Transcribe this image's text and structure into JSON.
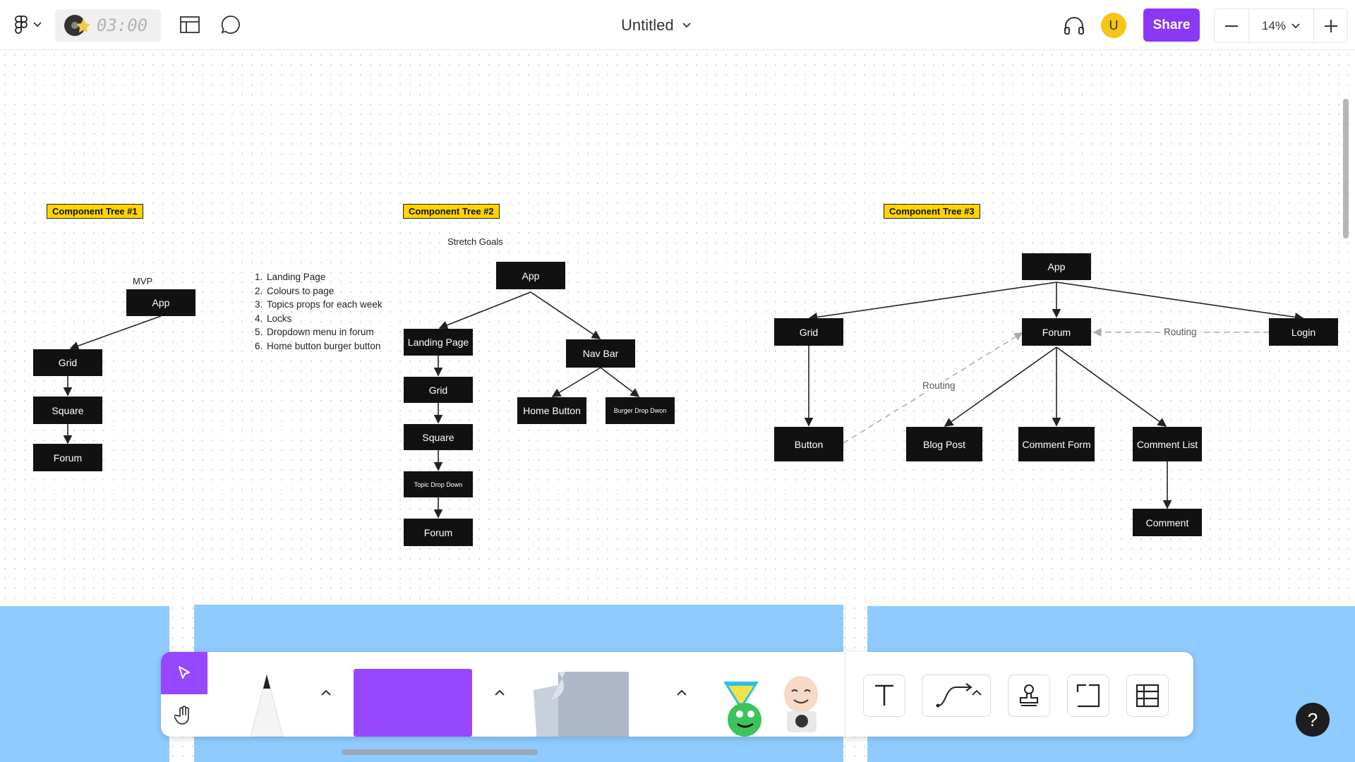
{
  "header": {
    "timer": "03:00",
    "title": "Untitled",
    "avatar_initial": "U",
    "share_label": "Share",
    "zoom": "14%"
  },
  "colors": {
    "accent": "#8a38f5",
    "tag_yellow": "#ffd400",
    "node_black": "#111111",
    "section_blue": "#8fcbff"
  },
  "diagram": {
    "tree1": {
      "tag": "Component Tree #1",
      "mvp_label": "MVP",
      "nodes": {
        "app": "App",
        "grid": "Grid",
        "square": "Square",
        "forum": "Forum"
      }
    },
    "stretch": {
      "items": [
        "Landing Page",
        "Colours to page",
        "Topics props for each week",
        "Locks",
        "Dropdown menu in forum",
        "Home button burger button"
      ]
    },
    "tree2": {
      "tag": "Component Tree #2",
      "stretch_label": "Stretch Goals",
      "nodes": {
        "app": "App",
        "landing": "Landing Page",
        "navbar": "Nav Bar",
        "grid": "Grid",
        "square": "Square",
        "topic": "Topic Drop Down",
        "forum": "Forum",
        "home": "Home Button",
        "burger": "Burger Drop Dwon"
      }
    },
    "tree3": {
      "tag": "Component Tree #3",
      "nodes": {
        "app": "App",
        "grid": "Grid",
        "forum": "Forum",
        "login": "Login",
        "button": "Button",
        "blog": "Blog Post",
        "commentform": "Comment Form",
        "commentlist": "Comment List",
        "comment": "Comment"
      },
      "routing_labels": [
        "Routing",
        "Routing"
      ]
    }
  },
  "toolbar": {
    "tools": [
      "move-tool",
      "hand-tool",
      "pencil-tool",
      "sticky-note-tool",
      "shape-tool",
      "sticker-tool",
      "text-tool",
      "connector-tool",
      "stamp-tool",
      "section-tool",
      "table-tool"
    ]
  },
  "help_label": "?"
}
